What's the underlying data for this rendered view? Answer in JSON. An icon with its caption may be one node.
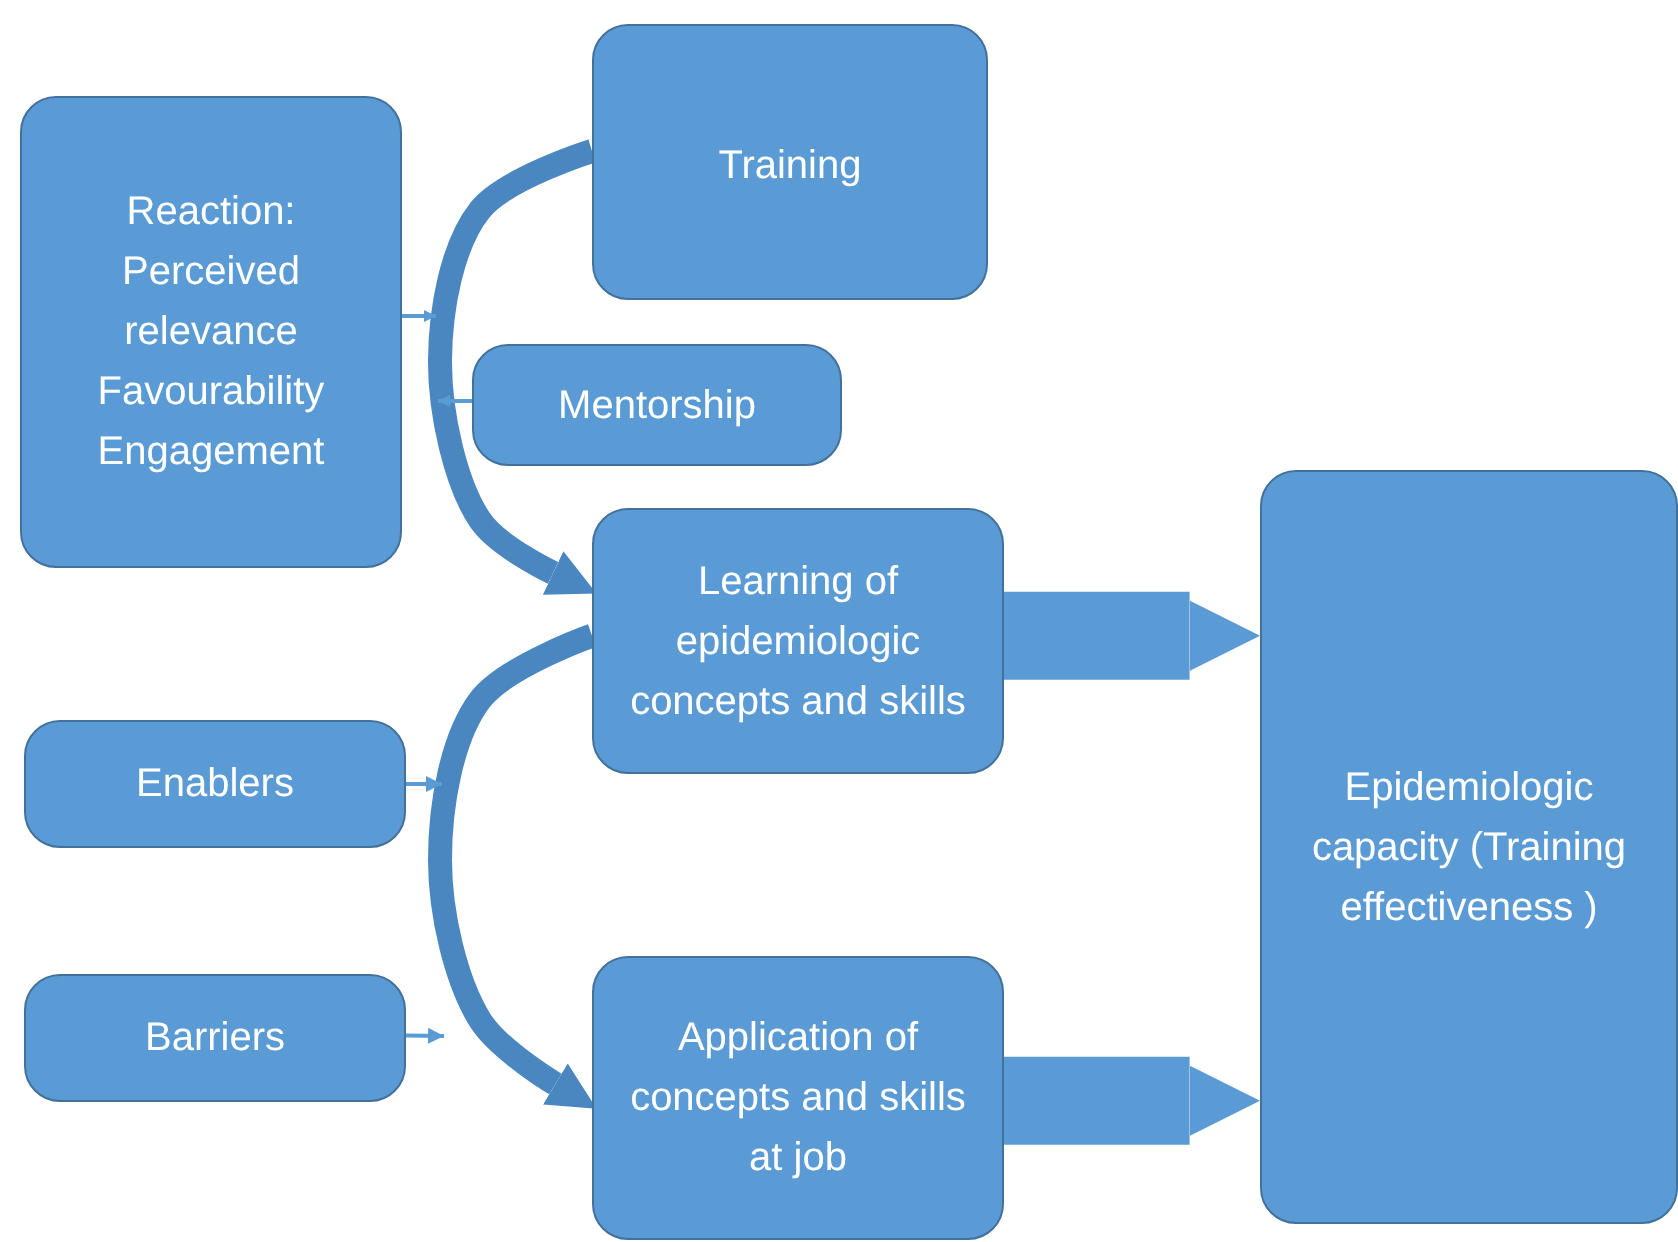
{
  "diagram": {
    "nodes": [
      {
        "text": [
          "Reaction: Perceived relevance Favourability Engagement"
        ]
      },
      {
        "text": [
          "Training"
        ]
      },
      {
        "text": [
          "Mentorship"
        ]
      },
      {
        "text": [
          "Learning of epidemiologic concepts and skills"
        ]
      },
      {
        "text": [
          "Enablers"
        ]
      },
      {
        "text": [
          "Barriers"
        ]
      },
      {
        "text": [
          "Application of concepts and skills at job"
        ]
      },
      {
        "text": [
          "Epidemiologic capacity (Training effectiveness )"
        ]
      }
    ],
    "edges": [
      {
        "from": 1,
        "to": 3,
        "arrow": "to",
        "style": "thick"
      },
      {
        "from": 3,
        "to": 6,
        "arrow": "to",
        "style": "thick"
      },
      {
        "from": 0,
        "to": null,
        "arrow": "to"
      },
      {
        "from": 2,
        "to": null,
        "arrow": "to"
      },
      {
        "from": 4,
        "to": null,
        "arrow": "to"
      },
      {
        "from": 5,
        "to": null,
        "arrow": "to"
      },
      {
        "from": 3,
        "to": 7,
        "arrow": "to",
        "style": "thick"
      },
      {
        "from": 6,
        "to": 7,
        "arrow": "to",
        "style": "thick"
      }
    ]
  }
}
